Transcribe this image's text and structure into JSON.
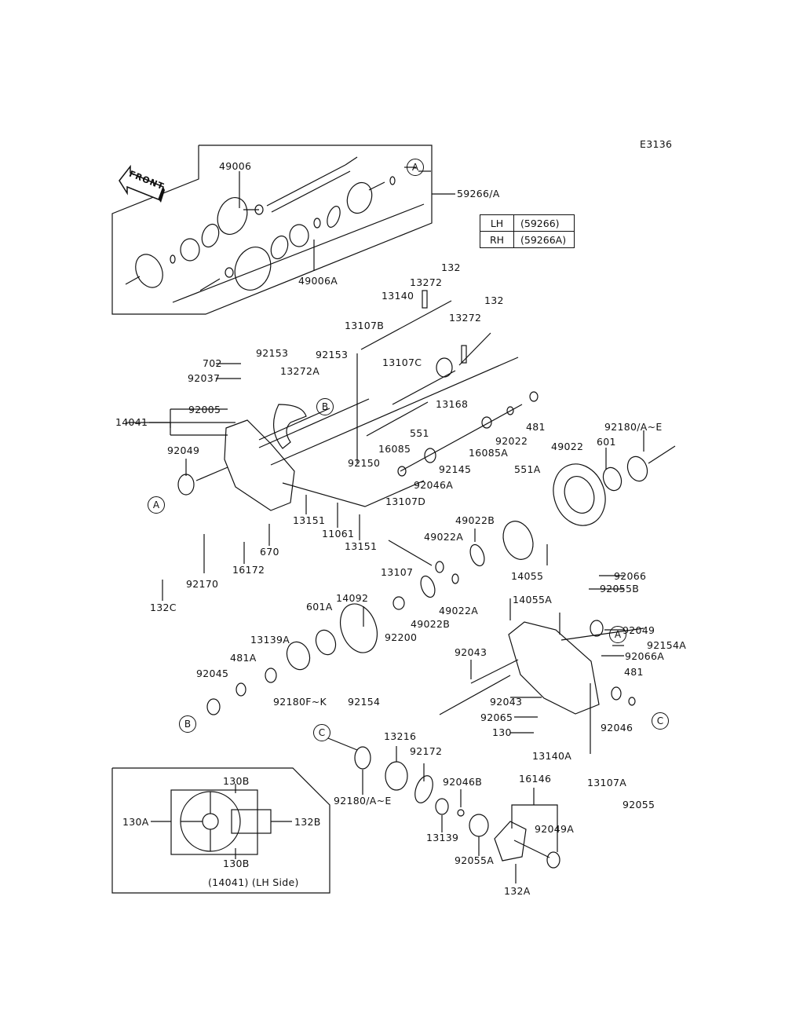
{
  "diagram": {
    "code": "E3136",
    "front_arrow": "FRONT",
    "variant_table": [
      {
        "side": "LH",
        "part": "(59266)"
      },
      {
        "side": "RH",
        "part": "(59266A)"
      }
    ],
    "callouts": {
      "a": "A",
      "b": "B",
      "c": "C"
    },
    "inset_caption": "(14041) (LH Side)",
    "labels": {
      "p59266A": "59266/A",
      "p49006": "49006",
      "p49006A": "49006A",
      "p132_1": "132",
      "p132_2": "132",
      "p13272_1": "13272",
      "p13272_2": "13272",
      "p13140": "13140",
      "p13107B": "13107B",
      "p13107C": "13107C",
      "p13168": "13168",
      "p702": "702",
      "p92037": "92037",
      "p92153_1": "92153",
      "p92153_2": "92153",
      "p13272A": "13272A",
      "p92005": "92005",
      "p14041": "14041",
      "p92049_1": "92049",
      "p551": "551",
      "p481_1": "481",
      "p16085": "16085",
      "p92022": "92022",
      "p16085A": "16085A",
      "p92150": "92150",
      "p92145": "92145",
      "p92046A": "92046A",
      "p13107D": "13107D",
      "p49022": "49022",
      "p601": "601",
      "p92180AE_1": "92180/A~E",
      "p551A": "551A",
      "p13151_1": "13151",
      "p11061": "11061",
      "p13151_2": "13151",
      "p670": "670",
      "p16172": "16172",
      "p92170": "92170",
      "p132C": "132C",
      "p49022B_1": "49022B",
      "p49022A_1": "49022A",
      "p13107": "13107",
      "p14055": "14055",
      "p14092": "14092",
      "p49022B_2": "49022B",
      "p49022A_2": "49022A",
      "p92200": "92200",
      "p601A": "601A",
      "p13139A": "13139A",
      "p481A": "481A",
      "p92045": "92045",
      "p92180FK": "92180F~K",
      "p92154": "92154",
      "p92066": "92066",
      "p92055B": "92055B",
      "p14055A": "14055A",
      "p92049_2": "92049",
      "p92154A": "92154A",
      "p92066A": "92066A",
      "p92043_1": "92043",
      "p481_2": "481",
      "p92043_2": "92043",
      "p92065": "92065",
      "p92046": "92046",
      "p130": "130",
      "p13140A": "13140A",
      "p13107A": "13107A",
      "p92055": "92055",
      "p13216": "13216",
      "p92172": "92172",
      "p92046B": "92046B",
      "p16146": "16146",
      "p92180AE_2": "92180/A~E",
      "p13139": "13139",
      "p92049A": "92049A",
      "p92055A": "92055A",
      "p132A": "132A",
      "p130B_1": "130B",
      "p130A": "130A",
      "p132B": "132B",
      "p130B_2": "130B"
    }
  }
}
